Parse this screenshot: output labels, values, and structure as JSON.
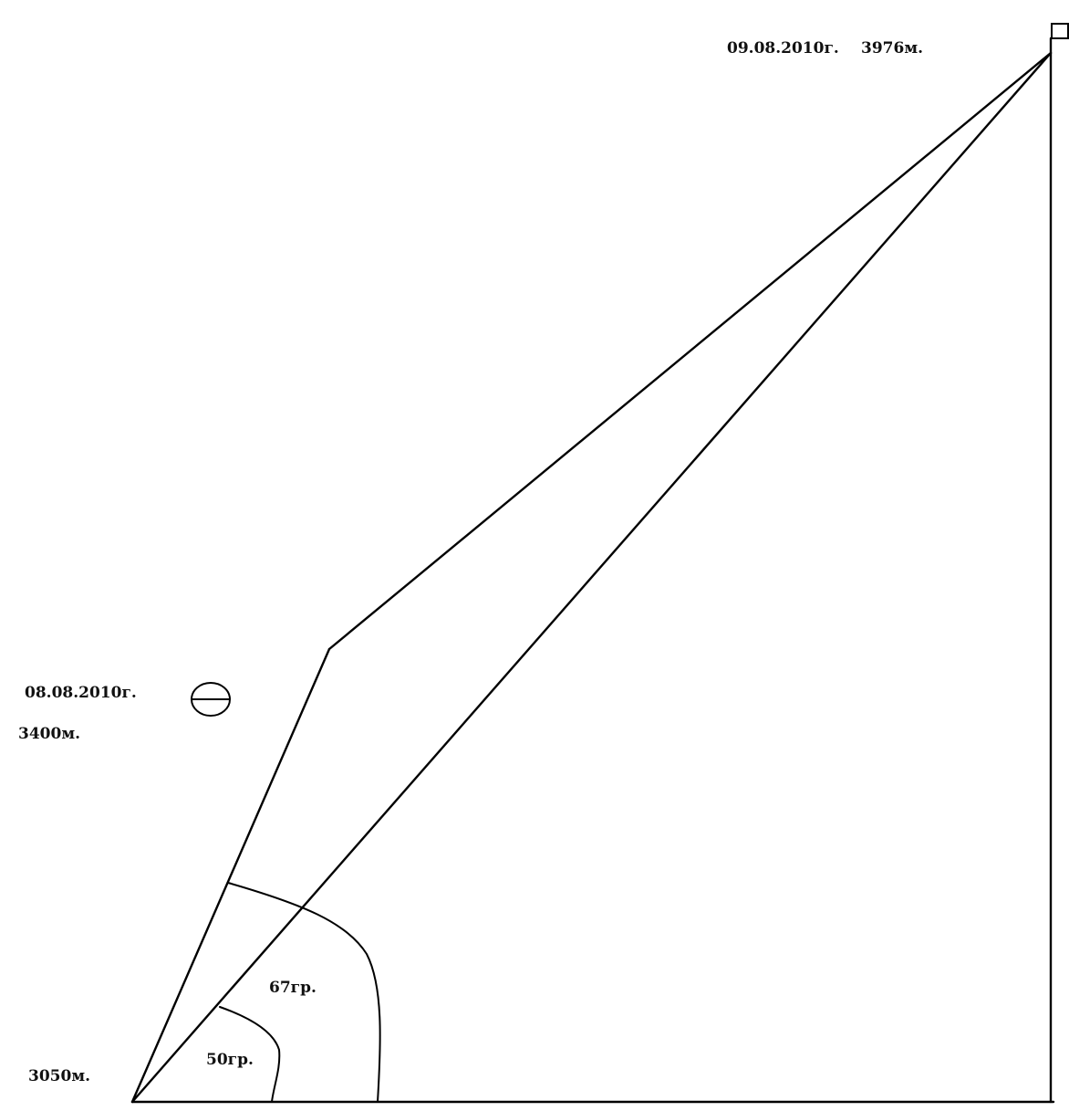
{
  "labels": {
    "summit_date": "09.08.2010г.",
    "summit_altitude": "3976м.",
    "camp_date": "08.08.2010г.",
    "camp_altitude": "3400м.",
    "base_altitude": "3050м.",
    "angle_outer": "67гр.",
    "angle_inner": "50гр."
  },
  "icons": {
    "camp_marker": "circle-with-horizontal-bar-icon",
    "summit_marker": "square-flag-icon"
  },
  "colors": {
    "line": "#000000",
    "text": "#111111",
    "background": "#ffffff"
  }
}
